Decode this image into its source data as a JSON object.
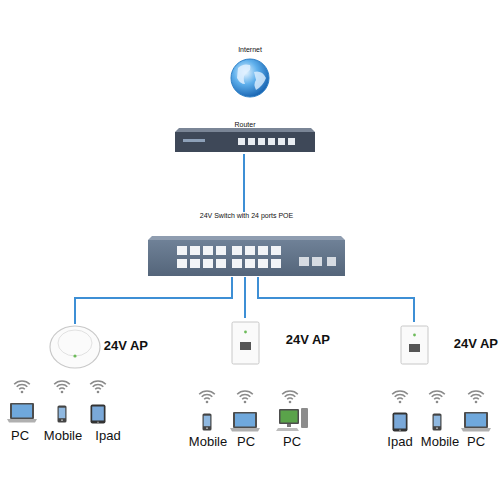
{
  "diagram": {
    "nodes": [
      {
        "text": [
          "Internet"
        ]
      },
      {
        "text": [
          "Router"
        ]
      },
      {
        "text": [
          "24V Switch with 24 ports POE"
        ]
      },
      {
        "text": [
          "24V AP"
        ]
      },
      {
        "text": [
          "24V AP"
        ]
      },
      {
        "text": [
          "24V AP"
        ]
      },
      {
        "text": [
          "PC"
        ]
      },
      {
        "text": [
          "Mobile"
        ]
      },
      {
        "text": [
          "Ipad"
        ]
      },
      {
        "text": [
          "Mobile"
        ]
      },
      {
        "text": [
          "PC"
        ]
      },
      {
        "text": [
          "PC"
        ]
      },
      {
        "text": [
          "Ipad"
        ]
      },
      {
        "text": [
          "Mobile"
        ]
      },
      {
        "text": [
          "PC"
        ]
      }
    ],
    "edges": [
      {
        "from": 1,
        "to": 2,
        "arrow": "none"
      },
      {
        "from": 2,
        "to": 3,
        "arrow": "none"
      },
      {
        "from": 2,
        "to": 4,
        "arrow": "none"
      },
      {
        "from": 2,
        "to": 5,
        "arrow": "none"
      }
    ]
  }
}
